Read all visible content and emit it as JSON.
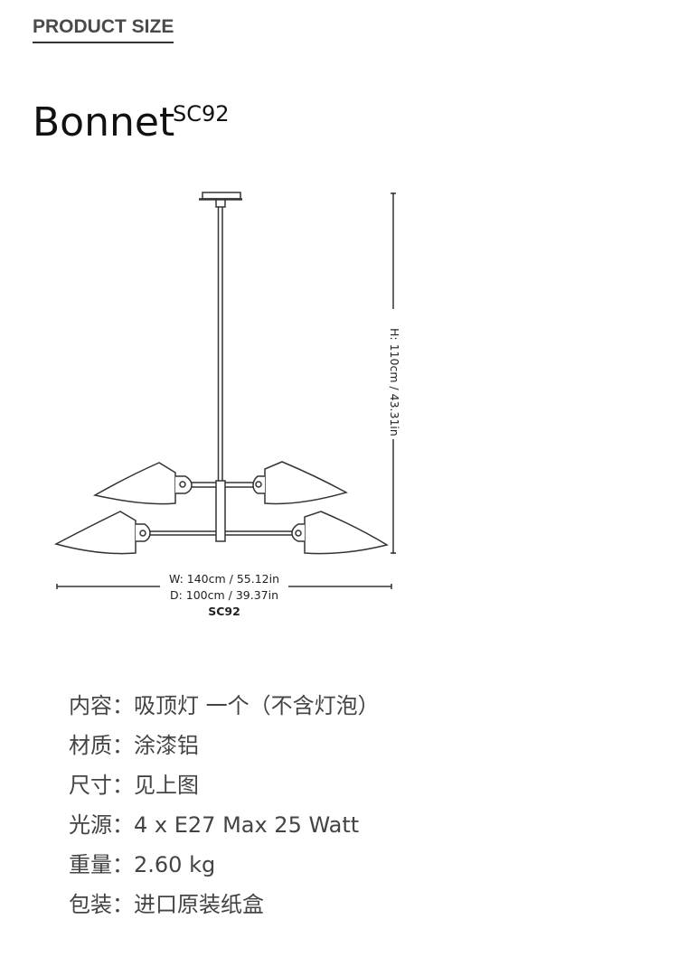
{
  "header": {
    "section_title": "PRODUCT SIZE"
  },
  "product": {
    "name": "Bonnet",
    "code": "SC92"
  },
  "drawing": {
    "height_label": "H: 110cm / 43.31in",
    "width_label": "W: 140cm / 55.12in",
    "depth_label": "D: 100cm / 39.37in",
    "model_label": "SC92",
    "line_color": "#333333"
  },
  "specs": [
    {
      "label": "内容：",
      "value": "吸顶灯 一个（不含灯泡）"
    },
    {
      "label": "材质：",
      "value": "涂漆铝"
    },
    {
      "label": "尺寸：",
      "value": "见上图"
    },
    {
      "label": "光源：",
      "value": "4 x E27 Max 25 Watt"
    },
    {
      "label": "重量：",
      "value": "2.60 kg"
    },
    {
      "label": "包装：",
      "value": "进口原装纸盒"
    }
  ]
}
